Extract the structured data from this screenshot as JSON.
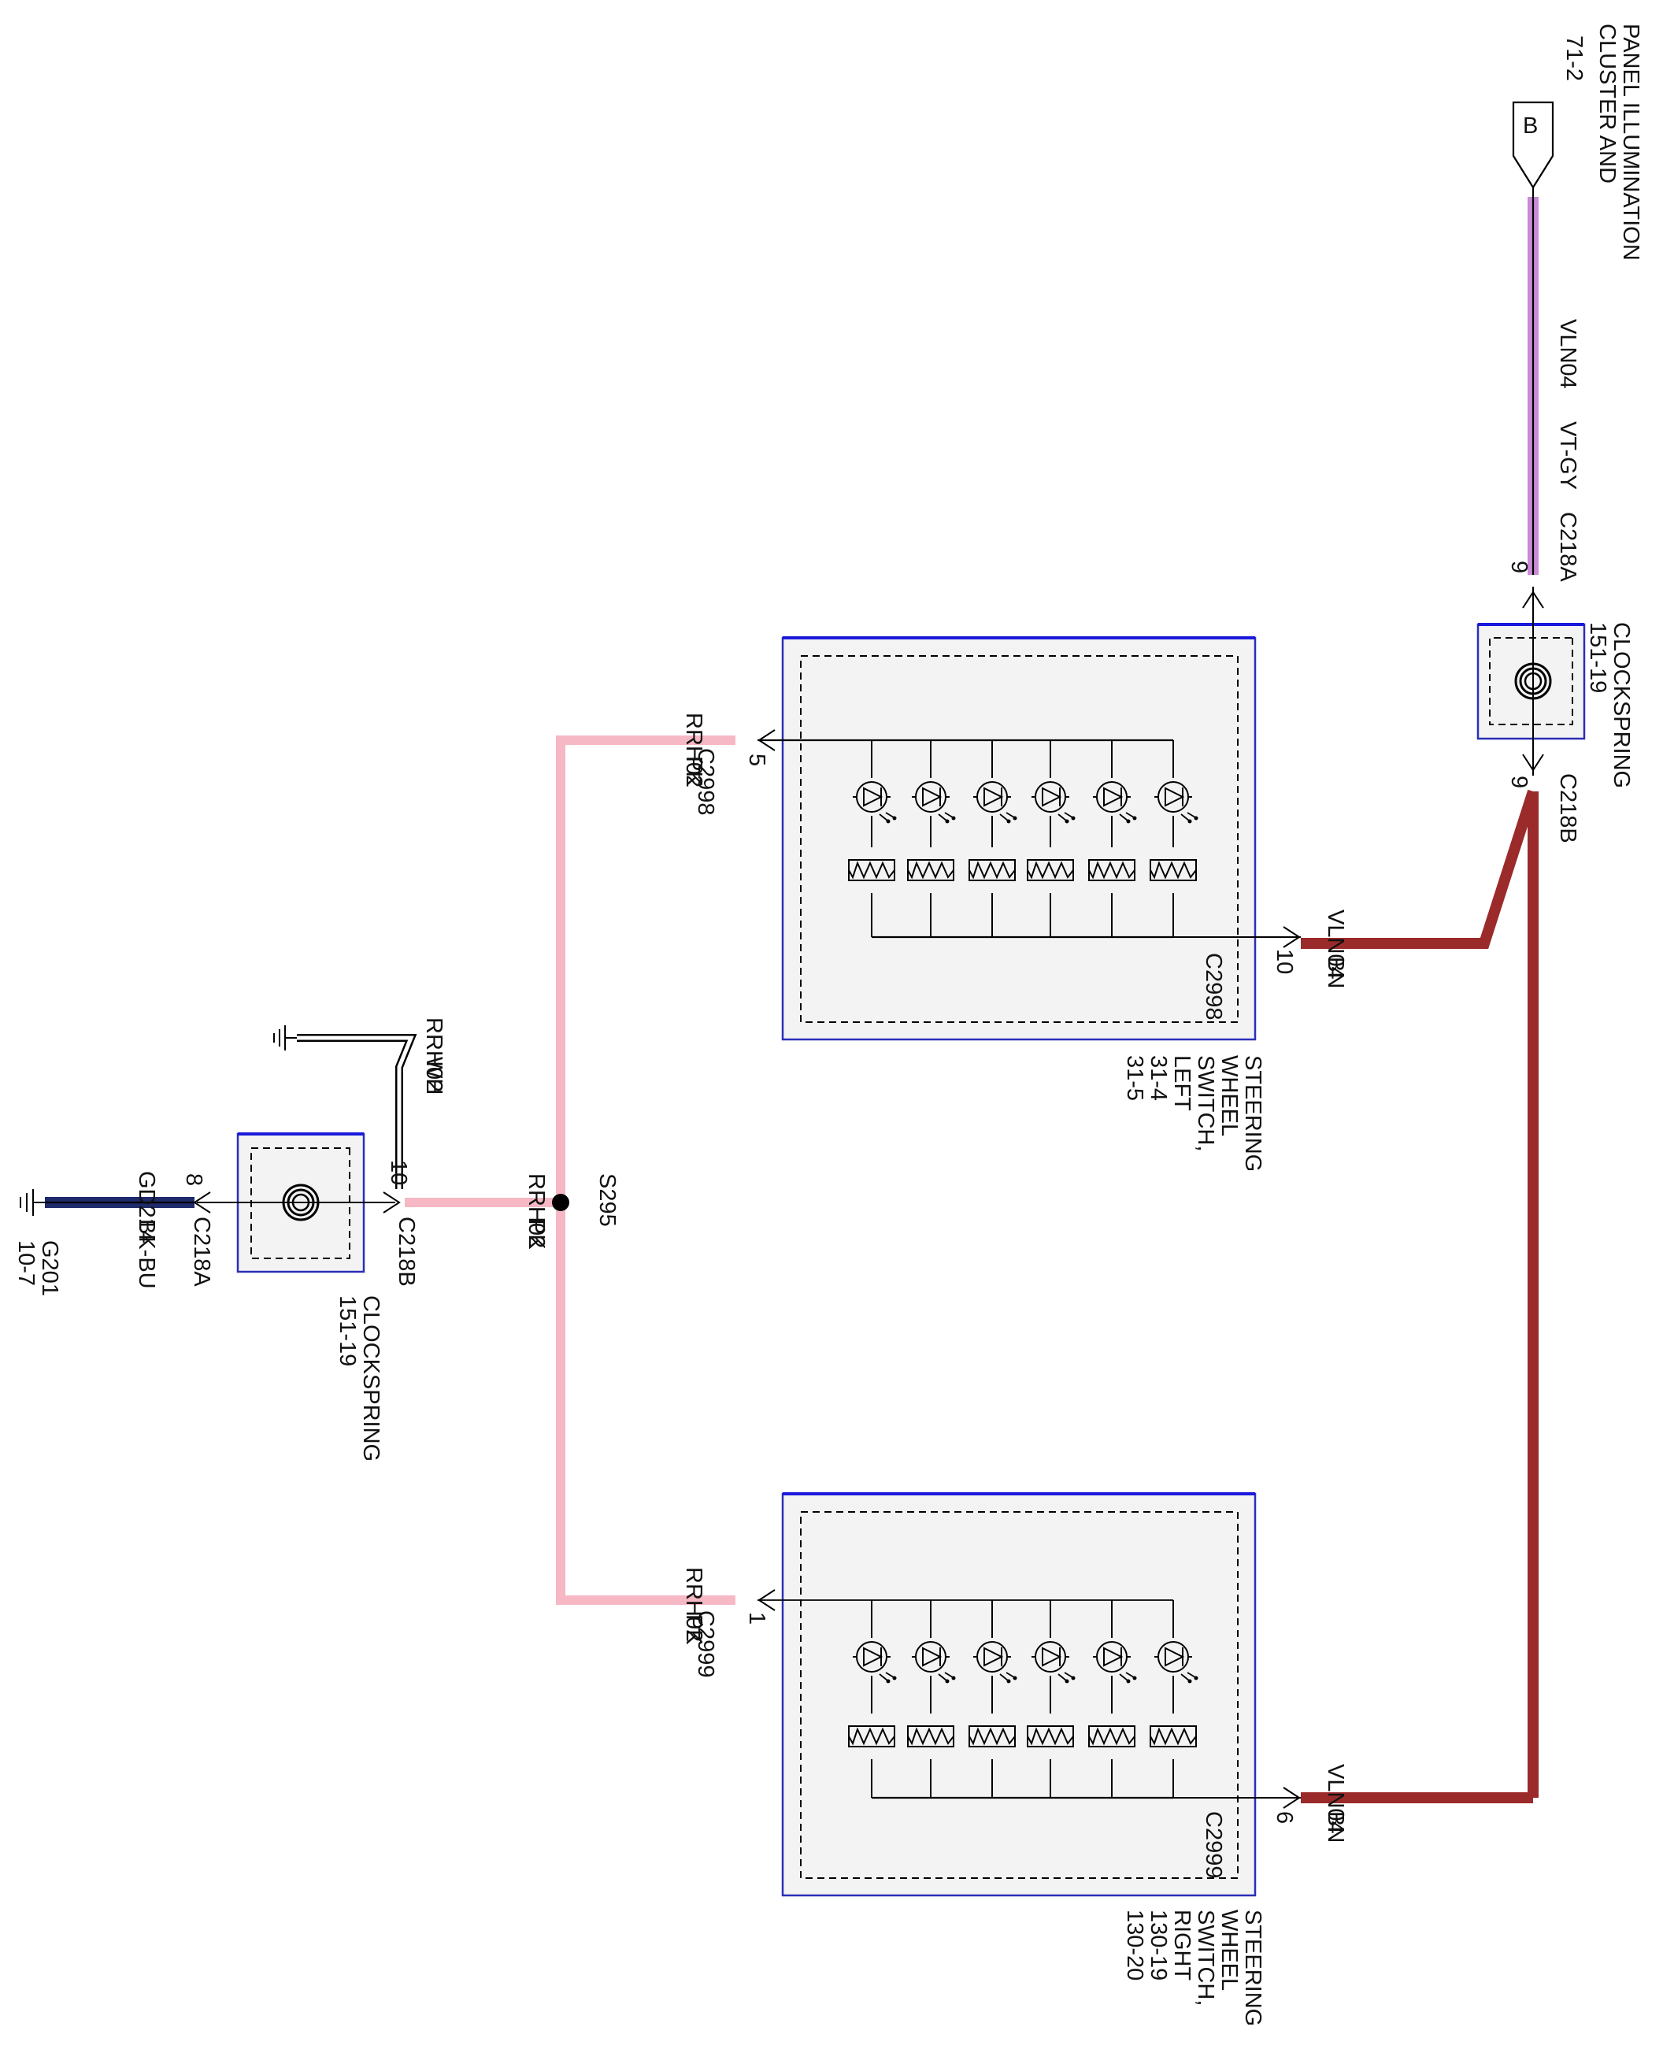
{
  "top_connector": {
    "letter": "B",
    "page_ref": "71-2",
    "title_line1": "CLUSTER AND",
    "title_line2": "PANEL ILLUMINATION"
  },
  "wires": {
    "vln04_vtgy": {
      "circuit": "VLN04",
      "color": "VT-GY",
      "color_hex": "#c98bd6",
      "connector": "C218A",
      "pin": "9"
    },
    "vln04_bn_left": {
      "circuit": "VLN04",
      "color": "BN",
      "color_hex": "#9b2a2a",
      "connector": "C2998",
      "pin": "10"
    },
    "vln04_bn_right": {
      "circuit": "VLN04",
      "color": "BN",
      "color_hex": "#9b2a2a",
      "connector": "C2999",
      "pin": "6"
    },
    "rrh02_pk_left": {
      "circuit": "RRH02",
      "color": "PK",
      "color_hex": "#f6b8c4",
      "connector": "C2998",
      "pin": "5"
    },
    "rrh02_pk_right": {
      "circuit": "RRH02",
      "color": "PK",
      "color_hex": "#f6b8c4",
      "connector": "C2999",
      "pin": "1"
    },
    "rrh02_pk_main": {
      "circuit": "RRH02",
      "color": "PK",
      "color_hex": "#f6b8c4",
      "connector": "C218B",
      "pin": "10"
    },
    "rrh02_wh": {
      "circuit": "RRH02",
      "color": "WH",
      "color_hex": "#ffffff"
    },
    "gd214": {
      "circuit": "GD214",
      "color": "BK-BU",
      "color_hex": "#1f2a6b",
      "connector": "C218A",
      "pin": "8"
    }
  },
  "top_clockspring": {
    "name": "CLOCKSPRING",
    "ref": "151-19",
    "lower_connector": "C218B",
    "lower_pin": "9"
  },
  "lower_clockspring": {
    "name": "CLOCKSPRING",
    "ref": "151-19"
  },
  "splice": {
    "id": "S295"
  },
  "ground": {
    "id": "G201",
    "ref": "10-7"
  },
  "switch_left": {
    "line1": "STEERING",
    "line2": "WHEEL",
    "line3": "SWITCH,",
    "line4": "LEFT",
    "ref1": "31-4",
    "ref2": "31-5"
  },
  "switch_right": {
    "line1": "STEERING",
    "line2": "WHEEL",
    "line3": "SWITCH,",
    "line4": "RIGHT",
    "ref1": "130-19",
    "ref2": "130-20"
  }
}
